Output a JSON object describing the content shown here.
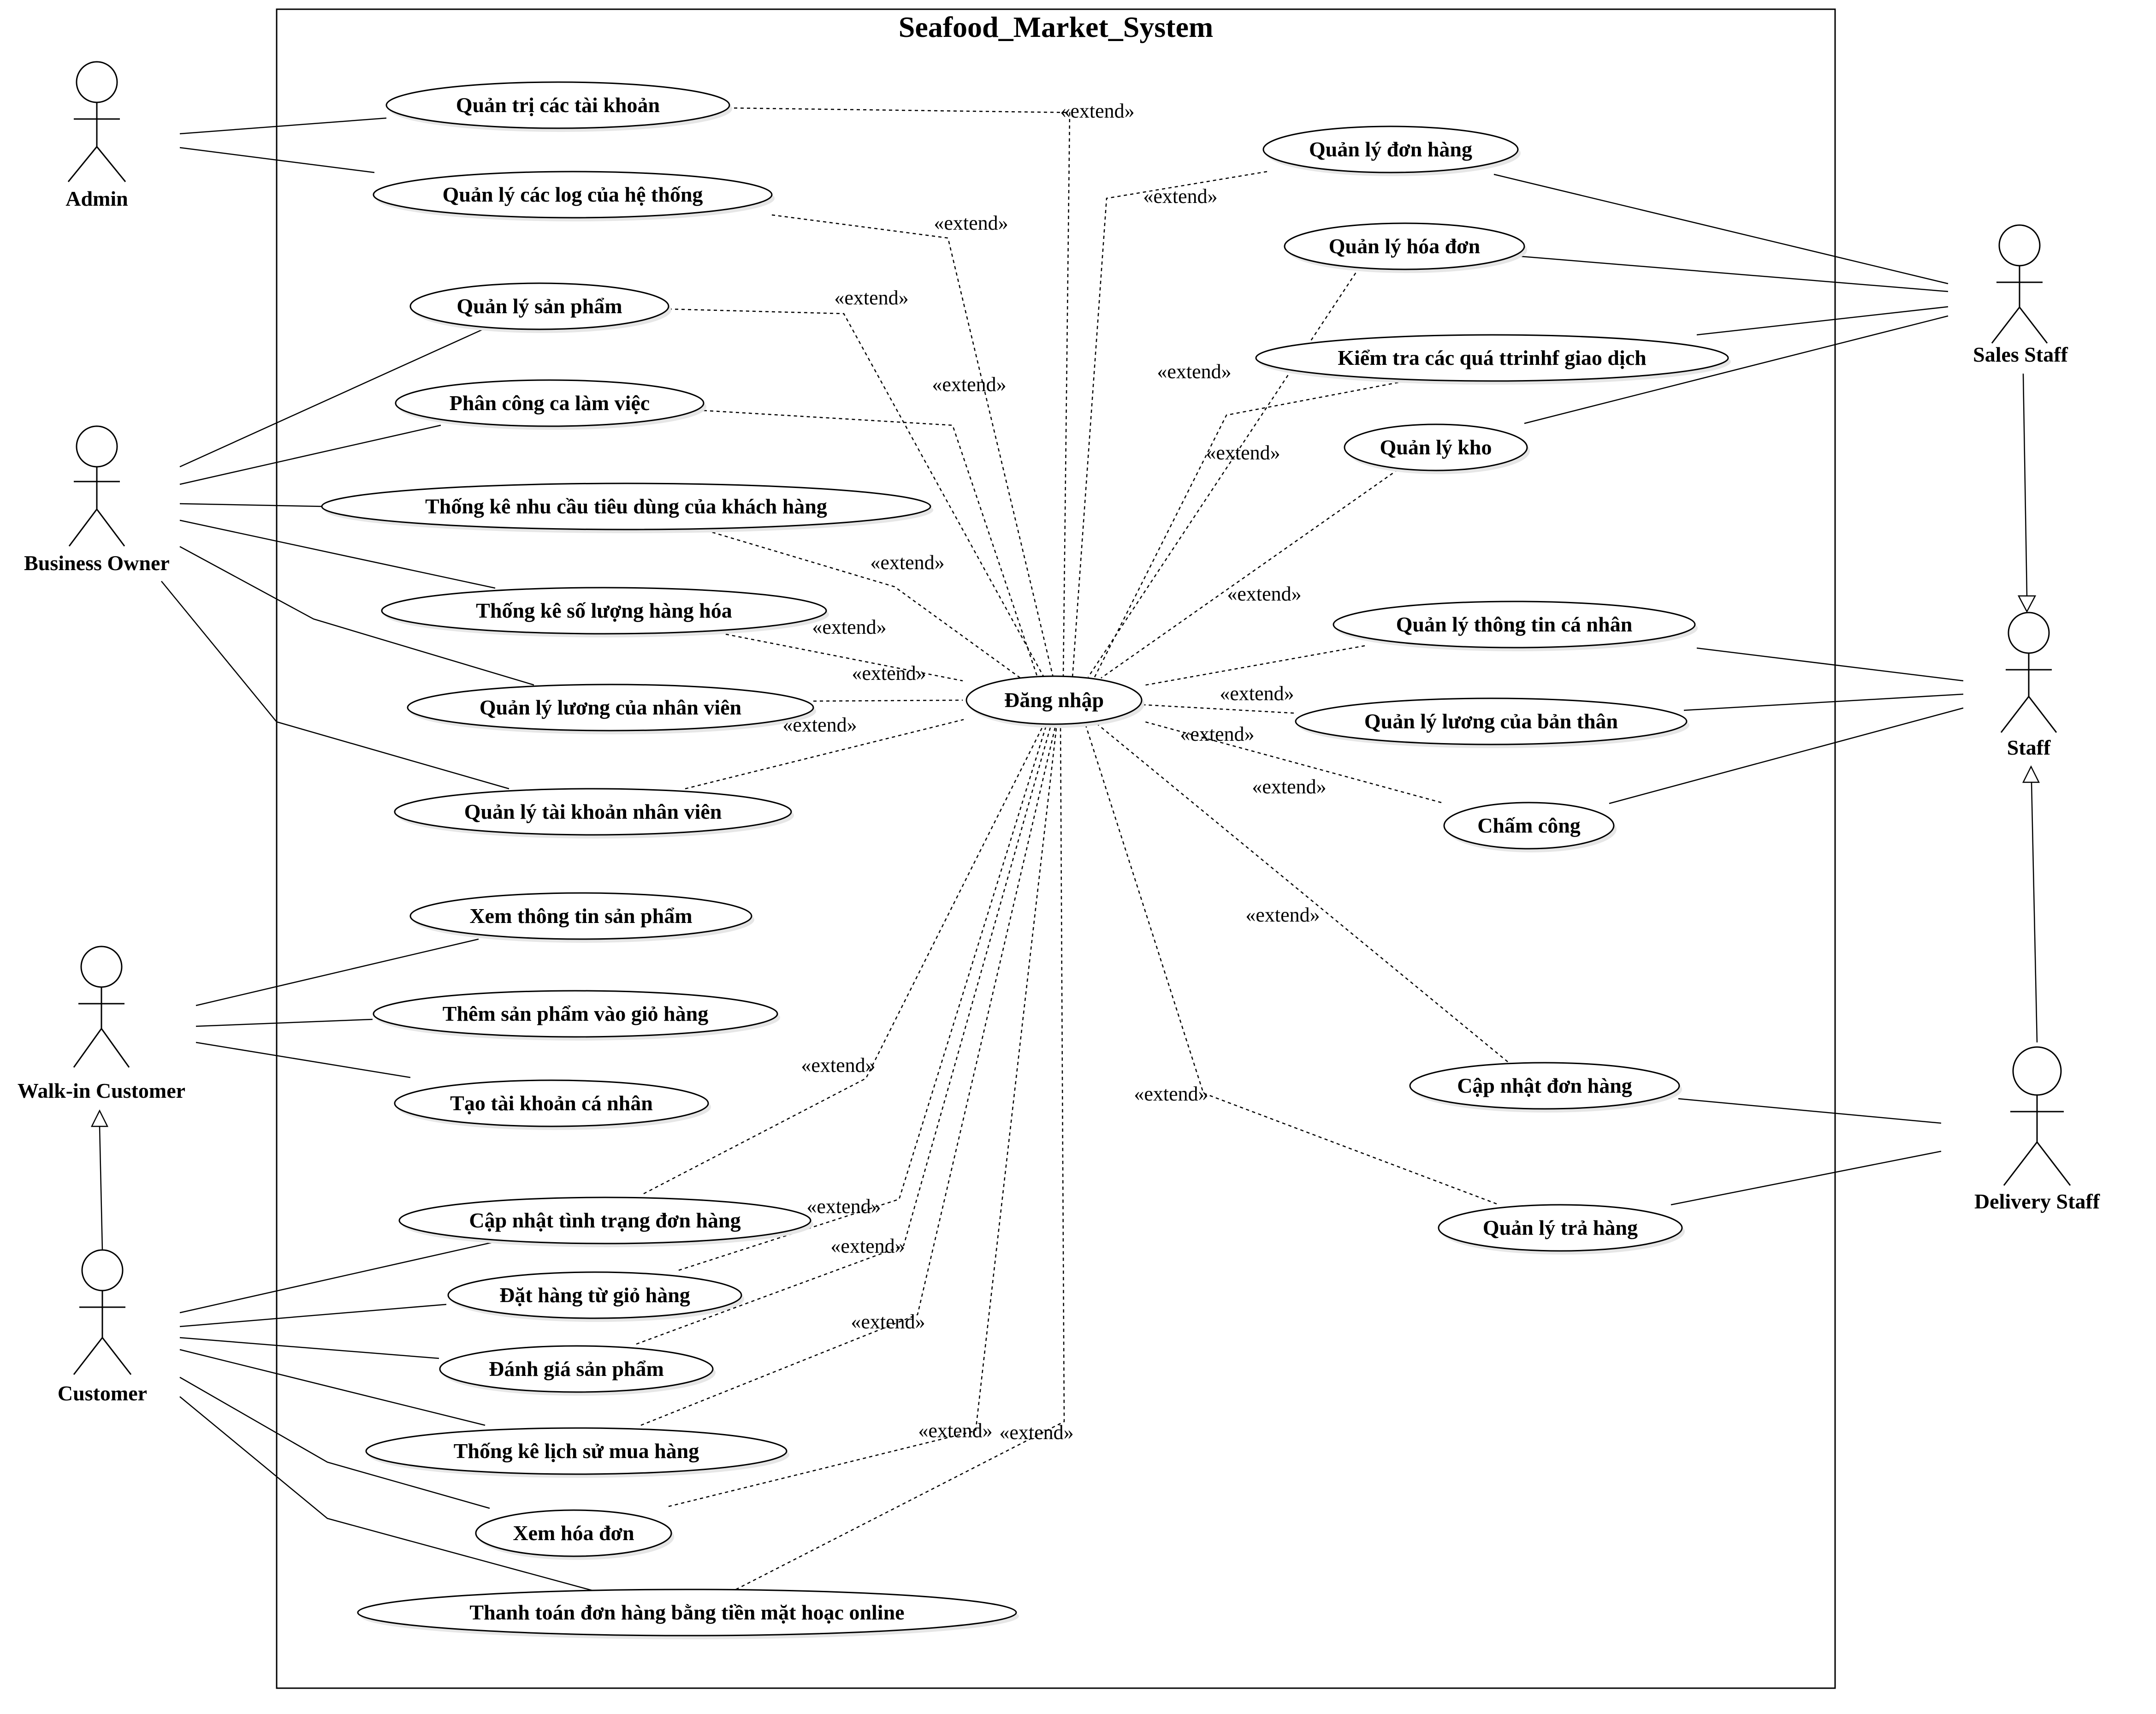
{
  "system": {
    "title": "Seafood_Market_System"
  },
  "actors": {
    "admin": "Admin",
    "business_owner": "Business Owner",
    "walkin_customer": "Walk-in Customer",
    "customer": "Customer",
    "sales_staff": "Sales Staff",
    "staff": "Staff",
    "delivery_staff": "Delivery Staff"
  },
  "use_cases": {
    "login": "Đăng nhập",
    "admin_accounts": "Quản trị các tài khoản",
    "system_logs": "Quản lý các log của hệ thống",
    "products": "Quản lý sản phẩm",
    "shifts": "Phân công ca làm việc",
    "consumer_demand": "Thống kê nhu cầu tiêu dùng của khách hàng",
    "goods_quantity": "Thống kê số lượng hàng hóa",
    "staff_salary": "Quản lý lương của nhân viên",
    "staff_accounts": "Quản lý tài khoản nhân viên",
    "view_product": "Xem thông tin sản phẩm",
    "add_to_cart": "Thêm sản phẩm vào giỏ hàng",
    "create_account": "Tạo tài khoản cá nhân",
    "update_order_status": "Cập nhật tình trạng đơn hàng",
    "order_from_cart": "Đặt hàng từ giỏ hàng",
    "rate_product": "Đánh giá sản phẩm",
    "purchase_history": "Thống kê lịch sử mua hàng",
    "view_invoice": "Xem hóa đơn",
    "payment": "Thanh toán đơn hàng bằng tiền mặt hoạc online",
    "orders": "Quản lý đơn hàng",
    "invoices": "Quản lý hóa đơn",
    "transactions": "Kiểm tra các quá ttrinhf giao dịch",
    "warehouse": "Quản lý kho",
    "personal_info": "Quản lý thông tin cá nhân",
    "own_salary": "Quản lý lương của bản thân",
    "timekeeping": "Chấm công",
    "update_order": "Cập nhật đơn hàng",
    "returns": "Quản lý trả hàng"
  },
  "stereotype": "«extend»"
}
